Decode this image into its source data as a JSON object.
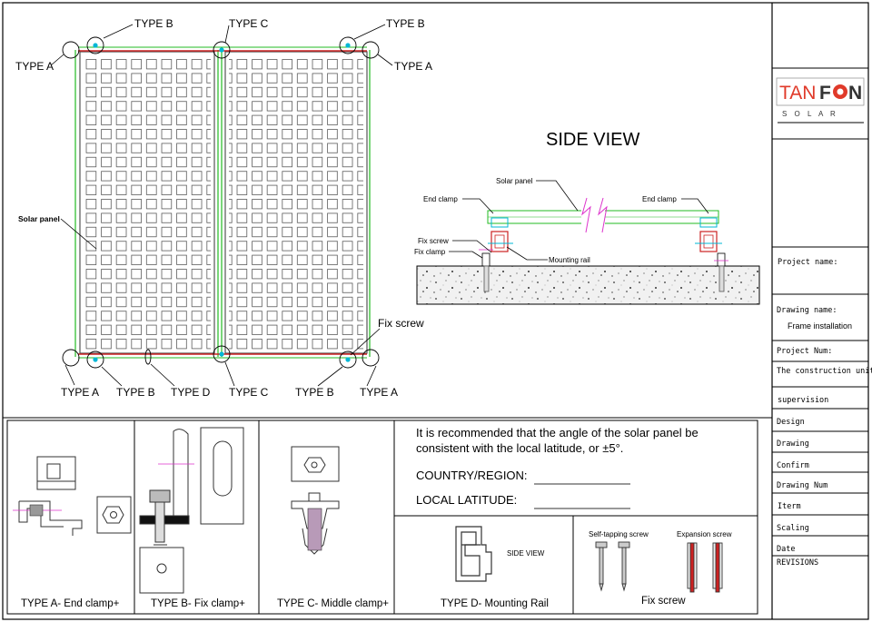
{
  "top_view": {
    "labels": {
      "type_a": "TYPE A",
      "type_b": "TYPE B",
      "type_c": "TYPE C",
      "type_d": "TYPE D",
      "solar_panel": "Solar panel",
      "fix_screw": "Fix screw"
    }
  },
  "side_view": {
    "title": "SIDE VIEW",
    "solar_panel": "Solar panel",
    "end_clamp": "End clamp",
    "fix_screw": "Fix screw",
    "fix_clamp": "Fix clamp",
    "mounting_rail": "Mounting rail"
  },
  "notes": {
    "recommend_line1": "It is recommended that the angle of the solar panel be",
    "recommend_line2": "consistent with the local latitude, or ±5°.",
    "country_label": "COUNTRY/REGION:",
    "latitude_label": "LOCAL LATITUDE:"
  },
  "details": {
    "type_a": "TYPE A- End clamp+",
    "type_b": "TYPE B- Fix clamp+",
    "type_c": "TYPE C- Middle clamp+",
    "type_d": "TYPE D- Mounting Rail",
    "rail_side_view": "SIDE VIEW",
    "self_tapping": "Self-tapping screw",
    "expansion": "Expansion screw",
    "fix_screw": "Fix screw"
  },
  "title_block": {
    "logo_tan": "TAN",
    "logo_f": "F",
    "logo_n": "N",
    "logo_sub": "S O L A R",
    "project_name": "Project name:",
    "drawing_name": "Drawing name:",
    "drawing_name_value": "Frame installation",
    "project_num": "Project Num:",
    "construction_unit": "The construction unit:",
    "supervision": "supervision",
    "design": "Design",
    "drawing": "Drawing",
    "confirm": "Confirm",
    "drawing_num": "Drawing Num",
    "iterm": "Iterm",
    "scaling": "Scaling",
    "date": "Date",
    "revisions": "REVISIONS"
  },
  "colors": {
    "frame_green": "#22bb22",
    "frame_red": "#cc2222",
    "accent_cyan": "#00b7d6",
    "accent_magenta": "#dd33cc",
    "logo_red": "#e03a2a",
    "logo_dark": "#333333"
  }
}
